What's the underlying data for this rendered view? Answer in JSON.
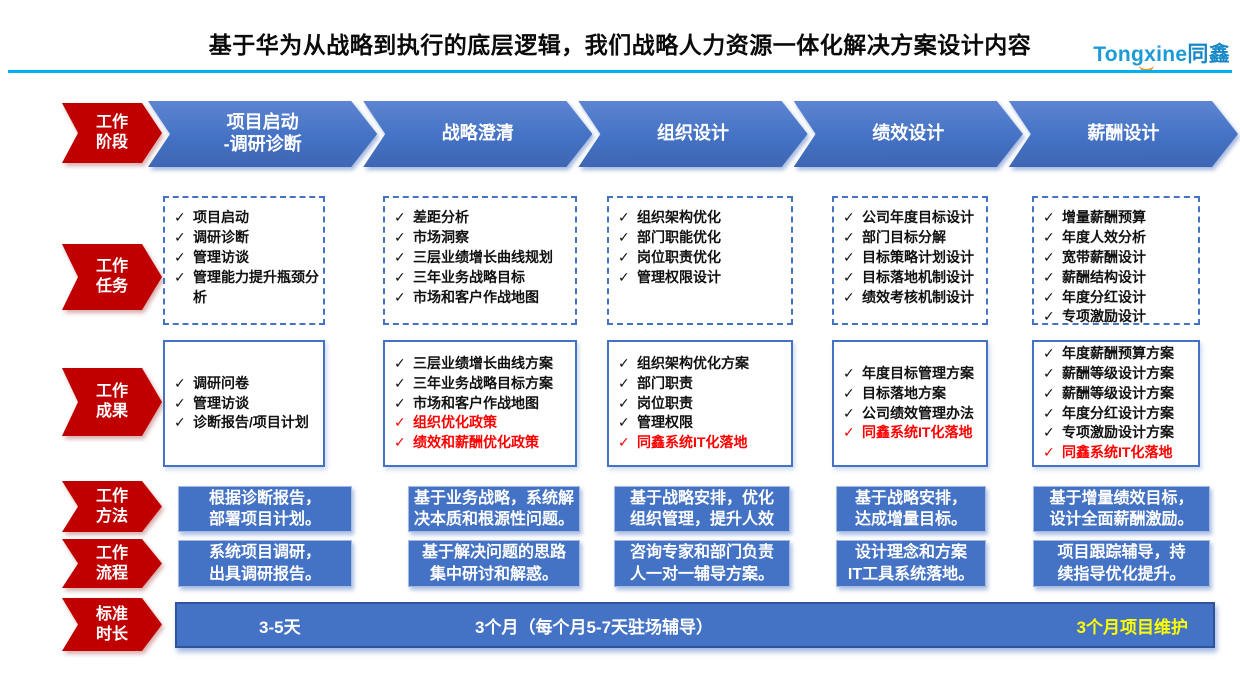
{
  "colors": {
    "accent_blue": "#4472C4",
    "accent_red": "#C00000",
    "highlight_red": "#FF0000",
    "divider_blue": "#00B0F0",
    "highlight_yellow": "#FFFF00",
    "logo_blue": "#1B9AD6",
    "logo_orange": "#F7931E"
  },
  "icons": {
    "check": "✓"
  },
  "header": {
    "title": "基于华为从战略到执行的底层逻辑，我们战略人力资源一体化解决方案设计内容",
    "logo_text": "Tongxine",
    "logo_cn": "同鑫"
  },
  "row_labels": [
    "工作\n阶段",
    "工作\n任务",
    "工作\n成果",
    "工作\n方法",
    "工作\n流程",
    "标准\n时长"
  ],
  "phases": [
    "项目启动\n-调研诊断",
    "战略澄清",
    "组织设计",
    "绩效设计",
    "薪酬设计"
  ],
  "tasks": [
    [
      "项目启动",
      "调研诊断",
      "管理访谈",
      "管理能力提升瓶颈分析"
    ],
    [
      "差距分析",
      "市场洞察",
      "三层业绩增长曲线规划",
      "三年业务战略目标",
      "市场和客户作战地图"
    ],
    [
      "组织架构优化",
      "部门职能优化",
      "岗位职责优化",
      "管理权限设计"
    ],
    [
      "公司年度目标设计",
      "部门目标分解",
      "目标策略计划设计",
      "目标落地机制设计",
      "绩效考核机制设计"
    ],
    [
      "增量薪酬预算",
      "年度人效分析",
      "宽带薪酬设计",
      "薪酬结构设计",
      "年度分红设计",
      "专项激励设计"
    ]
  ],
  "outputs": [
    [
      {
        "text": "调研问卷"
      },
      {
        "text": "管理访谈"
      },
      {
        "text": "诊断报告/项目计划"
      }
    ],
    [
      {
        "text": "三层业绩增长曲线方案"
      },
      {
        "text": "三年业务战略目标方案"
      },
      {
        "text": "市场和客户作战地图"
      },
      {
        "text": "组织优化政策",
        "red": true
      },
      {
        "text": "绩效和薪酬优化政策",
        "red": true
      }
    ],
    [
      {
        "text": "组织架构优化方案"
      },
      {
        "text": "部门职责"
      },
      {
        "text": "岗位职责"
      },
      {
        "text": "管理权限"
      },
      {
        "text": "同鑫系统IT化落地",
        "red": true
      }
    ],
    [
      {
        "text": "年度目标管理方案"
      },
      {
        "text": "目标落地方案"
      },
      {
        "text": "公司绩效管理办法"
      },
      {
        "text": "同鑫系统IT化落地",
        "red": true
      }
    ],
    [
      {
        "text": "年度薪酬预算方案"
      },
      {
        "text": "薪酬等级设计方案"
      },
      {
        "text": "薪酬等级设计方案"
      },
      {
        "text": "年度分红设计方案"
      },
      {
        "text": "专项激励设计方案"
      },
      {
        "text": "同鑫系统IT化落地",
        "red": true
      }
    ]
  ],
  "methods": [
    "根据诊断报告，\n部署项目计划。",
    "基于业务战略，系统解\n决本质和根源性问题。",
    "基于战略安排，优化\n组织管理，提升人效",
    "基于战略安排，\n达成增量目标。",
    "基于增量绩效目标，\n设计全面薪酬激励。"
  ],
  "processes": [
    "系统项目调研，\n出具调研报告。",
    "基于解决问题的思路\n集中研讨和解惑。",
    "咨询专家和部门负责\n人一对一辅导方案。",
    "设计理念和方案\nIT工具系统落地。",
    "项目跟踪辅导，持\n续指导优化提升。"
  ],
  "durations": [
    {
      "text": "3-5天"
    },
    {
      "text": "3个月（每个月5-7天驻场辅导）"
    },
    {
      "text": "3个月项目维护",
      "yellow": true
    }
  ]
}
